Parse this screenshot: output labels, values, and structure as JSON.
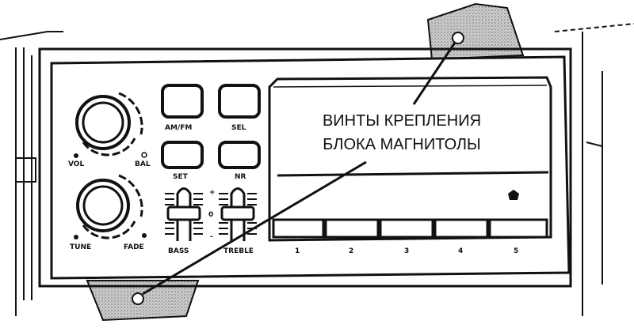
{
  "callout": {
    "line1": "ВИНТЫ КРЕПЛЕНИЯ",
    "line2": "БЛОКА МАГНИТОЛЫ"
  },
  "knobs": {
    "vol": "VOL",
    "bal": "BAL",
    "tune": "TUNE",
    "fade": "FADE"
  },
  "buttons": {
    "amfm": "AM/FM",
    "sel": "SEL",
    "set": "SET",
    "nr": "NR"
  },
  "sliders": {
    "bass": "BASS",
    "treble": "TREBLE",
    "plus": "+",
    "zero": "0",
    "minus": "-"
  },
  "presets": [
    "1",
    "2",
    "3",
    "4",
    "5"
  ]
}
